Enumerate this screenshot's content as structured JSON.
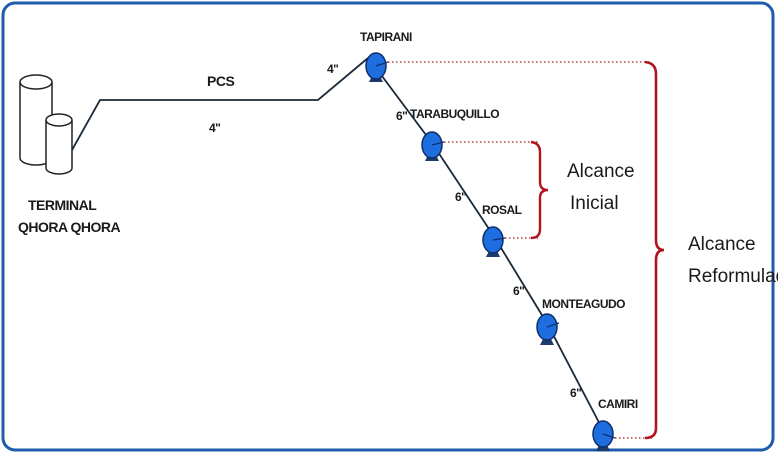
{
  "terminal": {
    "line1": "TERMINAL",
    "line2": "QHORA QHORA"
  },
  "pipeline": {
    "name": "PCS",
    "diameter_first": "4\"",
    "diameter_first_alt": "4\""
  },
  "stations": [
    {
      "name": "TAPIRANI"
    },
    {
      "name": "TARABUQUILLO"
    },
    {
      "name": "ROSAL"
    },
    {
      "name": "MONTEAGUDO"
    },
    {
      "name": "CAMIRI"
    }
  ],
  "segments": [
    {
      "diameter": "6\""
    },
    {
      "diameter": "6\""
    },
    {
      "diameter": "6\""
    },
    {
      "diameter": "6\""
    }
  ],
  "scopes": {
    "initial": {
      "line1": "Alcance",
      "line2": "Inicial"
    },
    "reformulated": {
      "line1": "Alcance",
      "line2": "Reformulado"
    }
  },
  "colors": {
    "frame_border": "#1f5cae",
    "pump_fill": "#1e6ee0",
    "pipeline": "#1a2a3a",
    "scope_bracket": "#b0141c"
  }
}
